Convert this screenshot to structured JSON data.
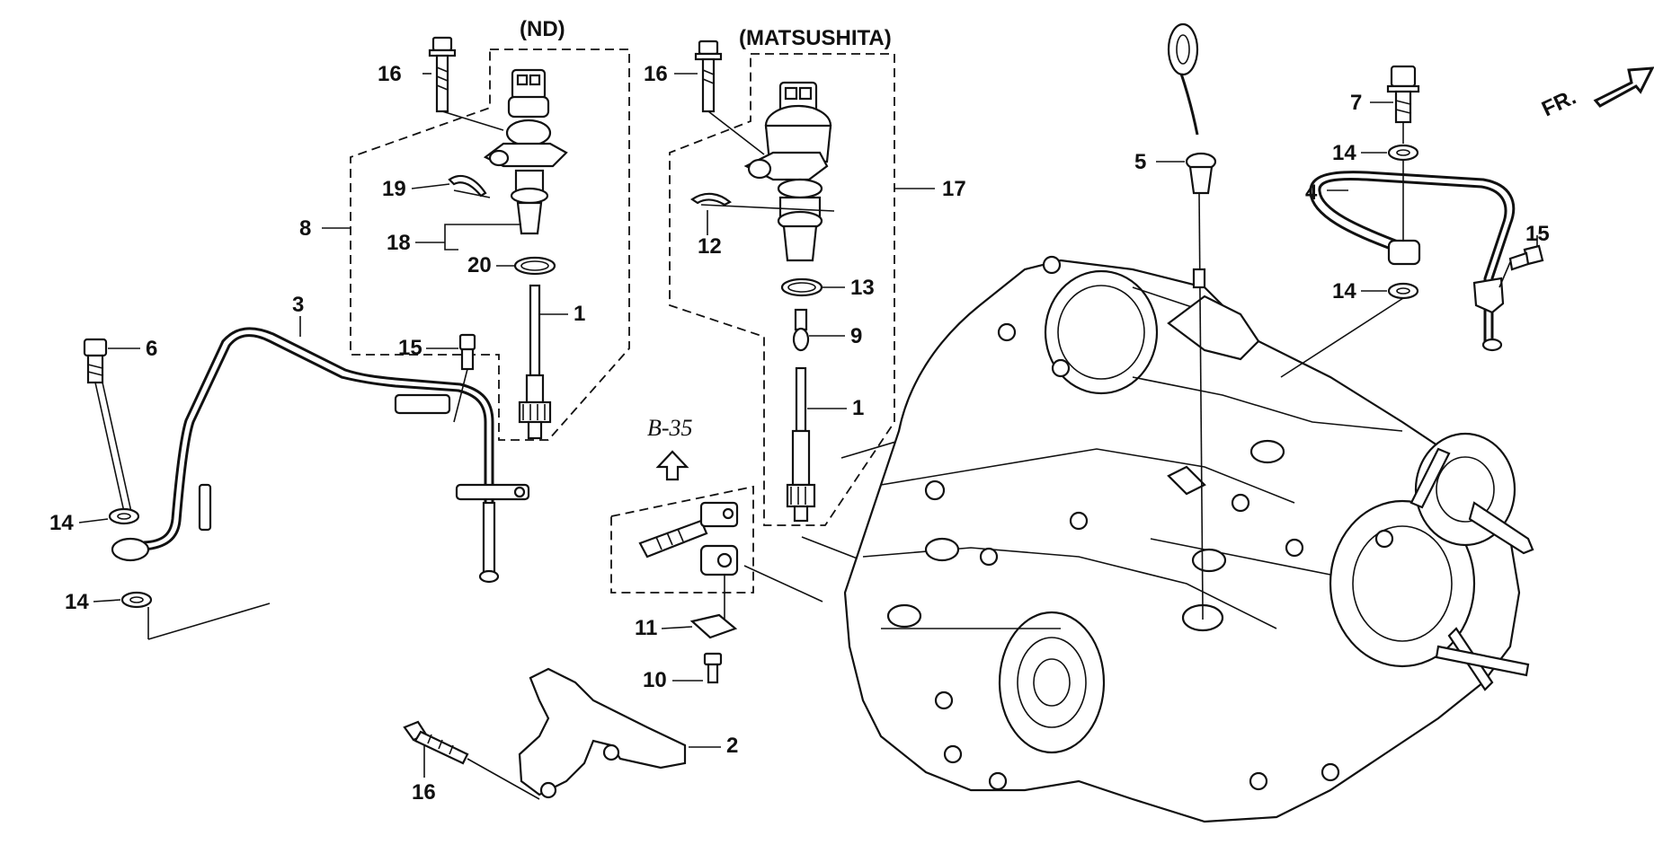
{
  "headers": {
    "nd": "(ND)",
    "matsushita": "(MATSUSHITA)"
  },
  "reference": "B-35",
  "front_marker": "FR.",
  "callouts": {
    "c16a": "16",
    "c16b": "16",
    "c16c": "16",
    "c19": "19",
    "c8": "8",
    "c18": "18",
    "c20": "20",
    "c1a": "1",
    "c1b": "1",
    "c3": "3",
    "c6": "6",
    "c15a": "15",
    "c15b": "15",
    "c14a": "14",
    "c14b": "14",
    "c14c": "14",
    "c14d": "14",
    "c12": "12",
    "c13": "13",
    "c9": "9",
    "c17": "17",
    "c11": "11",
    "c10": "10",
    "c2": "2",
    "c5": "5",
    "c7": "7",
    "c4": "4"
  },
  "icons": [
    "front-arrow-icon",
    "up-arrow-icon"
  ]
}
